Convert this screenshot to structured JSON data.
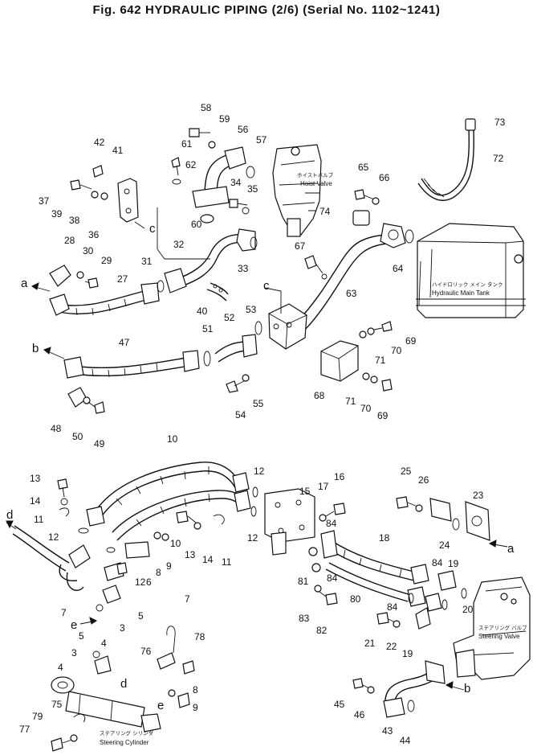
{
  "figure": {
    "title": "Fig. 642  HYDRAULIC PIPING (2/6) (Serial No. 1102~1241)"
  },
  "labels": {
    "hoist_valve_jp": "ホイストバルブ",
    "hoist_valve_en": "Hoist Valve",
    "main_tank_jp": "ハイドロリック メイン タンク",
    "main_tank_en": "Hydraulic Main Tank",
    "steering_valve_jp": "ステアリング バルブ",
    "steering_valve_en": "Steering Valve",
    "steering_cylinder_jp": "ステアリング シリンダ",
    "steering_cylinder_en": "Steering Cylinder"
  },
  "parts": {
    "p58": "58",
    "p59": "59",
    "p56": "56",
    "p57": "57",
    "p61": "61",
    "p62": "62",
    "p34": "34",
    "p35": "35",
    "p42": "42",
    "p41": "41",
    "p37": "37",
    "p39": "39",
    "p38": "38",
    "p36": "36",
    "p60": "60",
    "p28": "28",
    "p30": "30",
    "p29": "29",
    "p32": "32",
    "p33": "33",
    "p31": "31",
    "p27": "27",
    "p40": "40",
    "p73": "73",
    "p72": "72",
    "p65": "65",
    "p66": "66",
    "p74": "74",
    "p67": "67",
    "p64": "64",
    "p63": "63",
    "p53": "53",
    "p51": "51",
    "p52": "52",
    "p47": "47",
    "p55": "55",
    "p54": "54",
    "p69a": "69",
    "p70a": "70",
    "p71a": "71",
    "p68": "68",
    "p71b": "71",
    "p70b": "70",
    "p69b": "69",
    "p48": "48",
    "p50": "50",
    "p49": "49",
    "p10": "10",
    "p13a": "13",
    "p14a": "14",
    "p11a": "11",
    "p12a": "12",
    "p12b": "12",
    "p12c": "12",
    "p12d": "12",
    "p9a": "9",
    "p8a": "8",
    "p6": "6",
    "p10b": "10",
    "p13b": "13",
    "p14b": "14",
    "p11b": "11",
    "p16": "16",
    "p17": "17",
    "p15": "15",
    "p84a": "84",
    "p18": "18",
    "p84b": "84",
    "p81": "81",
    "p84c": "84",
    "p80": "80",
    "p84d": "84",
    "p19a": "19",
    "p83": "83",
    "p82": "82",
    "p25": "25",
    "p26": "26",
    "p23": "23",
    "p24": "24",
    "p20": "20",
    "p21": "21",
    "p22": "22",
    "p19b": "19",
    "p7a": "7",
    "p3a": "3",
    "p4a": "4",
    "p5a": "5",
    "p5b": "5",
    "p3b": "3",
    "p4b": "4",
    "p7b": "7",
    "p76": "76",
    "p78": "78",
    "p8b": "8",
    "p9b": "9",
    "p75": "75",
    "p79": "79",
    "p77": "77",
    "p45": "45",
    "p46": "46",
    "p43": "43",
    "p44": "44"
  },
  "connectors": {
    "a1": "a",
    "b1": "b",
    "c1": "c",
    "c2": "c",
    "d1": "d",
    "e1": "e",
    "d2": "d",
    "e2": "e",
    "a2": "a",
    "b2": "b"
  }
}
